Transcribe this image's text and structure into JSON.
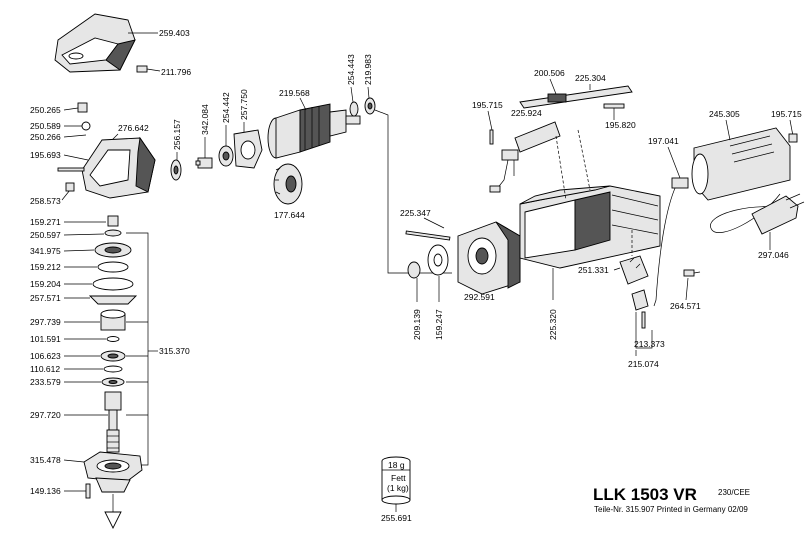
{
  "model": {
    "name": "LLK 1503 VR",
    "voltage": "230/CEE",
    "footer": "Teile-Nr. 315.907 Printed in Germany 02/09"
  },
  "grease_can": {
    "weight": "18 g",
    "line1": "Fett",
    "line2": "(1 kg)",
    "part_no": "255.691"
  },
  "parts": {
    "p259403": "259.403",
    "p211796": "211.796",
    "p250265": "250.265",
    "p250589": "250.589",
    "p250266": "250.266",
    "p276642": "276.642",
    "p195693": "195.693",
    "p258573": "258.573",
    "p256157": "256.157",
    "p342084": "342.084",
    "p254442": "254.442",
    "p257750": "257.750",
    "p219568": "219.568",
    "p254443": "254.443",
    "p219983": "219.983",
    "p177644": "177.644",
    "p159271": "159.271",
    "p250597": "250.597",
    "p341975": "341.975",
    "p159212": "159.212",
    "p159204": "159.204",
    "p257571": "257.571",
    "p297739": "297.739",
    "p101591": "101.591",
    "p315370": "315.370",
    "p106623": "106.623",
    "p110612": "110.612",
    "p233579": "233.579",
    "p297720": "297.720",
    "p315478": "315.478",
    "p149136": "149.136",
    "p200506": "200.506",
    "p225304": "225.304",
    "p195715a": "195.715",
    "p225924": "225.924",
    "p195820": "195.820",
    "p245305": "245.305",
    "p195715b": "195.715",
    "p197041": "197.041",
    "p225347": "225.347",
    "p292591": "292.591",
    "p209139": "209.139",
    "p159247": "159.247",
    "p225320": "225.320",
    "p251331": "251.331",
    "p264571": "264.571",
    "p297046": "297.046",
    "p213373": "213.373",
    "p215074": "215.074"
  }
}
